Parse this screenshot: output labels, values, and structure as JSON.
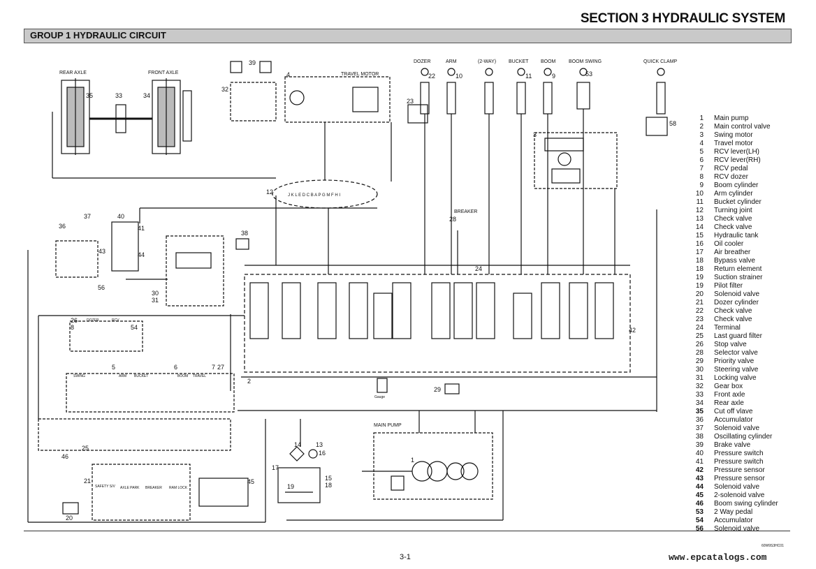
{
  "header": {
    "section_title": "SECTION 3 HYDRAULIC SYSTEM",
    "group_title": "GROUP 1 HYDRAULIC CIRCUIT"
  },
  "diagram_labels": {
    "rear_axle": "REAR AXLE",
    "front_axle": "FRONT AXLE",
    "travel_motor": "TRAVEL MOTOR",
    "dozer": "DOZER",
    "arm": "ARM",
    "two_way": "(2-WAY)",
    "bucket": "BUCKET",
    "boom": "BOOM",
    "boom_swing": "BOOM SWING",
    "quick_clamp": "QUICK CLAMP",
    "breaker": "BREAKER",
    "main_pump": "MAIN PUMP",
    "gauge": "Gauge",
    "swing": "SWING",
    "arm_lower": "ARM",
    "bucket_lower": "BUCKET",
    "boom_lower": "BOOM",
    "travel": "TRAVEL",
    "dozer_pedal": "DOZER",
    "rcv": "RCV",
    "safety": "SAFETY S/V",
    "axle_park": "AXLE PARK",
    "breaker_lower": "BREAKER",
    "ram_lock": "RAM LOCK",
    "turning_joint_letters": "J K L E D C B A P G M F H I"
  },
  "callouts": [
    "35",
    "33",
    "34",
    "39",
    "32",
    "4",
    "22",
    "10",
    "11",
    "9",
    "53",
    "58",
    "23",
    "3",
    "12",
    "37",
    "36",
    "40",
    "41",
    "38",
    "43",
    "44",
    "56",
    "28",
    "24",
    "30",
    "31",
    "42",
    "26",
    "8",
    "54",
    "5",
    "6",
    "7",
    "2",
    "29",
    "25",
    "46",
    "14",
    "13",
    "16",
    "17",
    "15",
    "18",
    "19",
    "1",
    "21",
    "45",
    "20",
    "27"
  ],
  "legend": [
    {
      "num": "1",
      "label": "Main pump",
      "bold": false
    },
    {
      "num": "2",
      "label": "Main control valve",
      "bold": false
    },
    {
      "num": "3",
      "label": "Swing motor",
      "bold": false
    },
    {
      "num": "4",
      "label": "Travel motor",
      "bold": false
    },
    {
      "num": "5",
      "label": "RCV lever(LH)",
      "bold": false
    },
    {
      "num": "6",
      "label": "RCV lever(RH)",
      "bold": false
    },
    {
      "num": "7",
      "label": "RCV pedal",
      "bold": false
    },
    {
      "num": "8",
      "label": "RCV dozer",
      "bold": false
    },
    {
      "num": "9",
      "label": "Boom cylinder",
      "bold": false
    },
    {
      "num": "10",
      "label": "Arm cylinder",
      "bold": false
    },
    {
      "num": "11",
      "label": "Bucket cylinder",
      "bold": false
    },
    {
      "num": "12",
      "label": "Turning joint",
      "bold": false
    },
    {
      "num": "13",
      "label": "Check valve",
      "bold": false
    },
    {
      "num": "14",
      "label": "Check valve",
      "bold": false
    },
    {
      "num": "15",
      "label": "Hydraulic tank",
      "bold": false
    },
    {
      "num": "16",
      "label": "Oil cooler",
      "bold": false
    },
    {
      "num": "17",
      "label": "Air breather",
      "bold": false
    },
    {
      "num": "18",
      "label": "Bypass valve",
      "bold": false
    },
    {
      "num": "18",
      "label": "Return element",
      "bold": false
    },
    {
      "num": "19",
      "label": "Suction strainer",
      "bold": false
    },
    {
      "num": "19",
      "label": "Pilot filter",
      "bold": false
    },
    {
      "num": "20",
      "label": "Solenoid valve",
      "bold": false
    },
    {
      "num": "21",
      "label": "Dozer cylinder",
      "bold": false
    },
    {
      "num": "22",
      "label": "Check valve",
      "bold": false
    },
    {
      "num": "23",
      "label": "Check valve",
      "bold": false
    },
    {
      "num": "24",
      "label": "Terminal",
      "bold": false
    },
    {
      "num": "25",
      "label": "Last guard filter",
      "bold": false
    },
    {
      "num": "26",
      "label": "Stop valve",
      "bold": false
    },
    {
      "num": "28",
      "label": "Selector valve",
      "bold": false
    },
    {
      "num": "29",
      "label": "Priority valve",
      "bold": false
    },
    {
      "num": "30",
      "label": "Steering valve",
      "bold": false
    },
    {
      "num": "31",
      "label": "Locking valve",
      "bold": false
    },
    {
      "num": "32",
      "label": "Gear box",
      "bold": false
    },
    {
      "num": "33",
      "label": "Front axle",
      "bold": false
    },
    {
      "num": "34",
      "label": "Rear axle",
      "bold": false
    },
    {
      "num": "35",
      "label": "Cut off vlave",
      "bold": true
    },
    {
      "num": "36",
      "label": "Accumulator",
      "bold": false
    },
    {
      "num": "37",
      "label": "Solenoid valve",
      "bold": false
    },
    {
      "num": "38",
      "label": "Oscillating cylinder",
      "bold": false
    },
    {
      "num": "39",
      "label": "Brake valve",
      "bold": false
    },
    {
      "num": "40",
      "label": "Pressure switch",
      "bold": false
    },
    {
      "num": "41",
      "label": "Pressure switch",
      "bold": false
    },
    {
      "num": "42",
      "label": "Pressure sensor",
      "bold": true
    },
    {
      "num": "43",
      "label": "Pressure sensor",
      "bold": true
    },
    {
      "num": "44",
      "label": "Solenoid valve",
      "bold": true
    },
    {
      "num": "45",
      "label": "2-solenoid valve",
      "bold": true
    },
    {
      "num": "46",
      "label": "Boom swing cylinder",
      "bold": true
    },
    {
      "num": "53",
      "label": "2 Way pedal",
      "bold": true
    },
    {
      "num": "54",
      "label": "Accumulator",
      "bold": true
    },
    {
      "num": "56",
      "label": "Solenoid valve",
      "bold": true
    }
  ],
  "footer": {
    "drawing_code": "60W9S3HC01",
    "page_number": "3-1",
    "watermark": "www.epcatalogs.com"
  }
}
